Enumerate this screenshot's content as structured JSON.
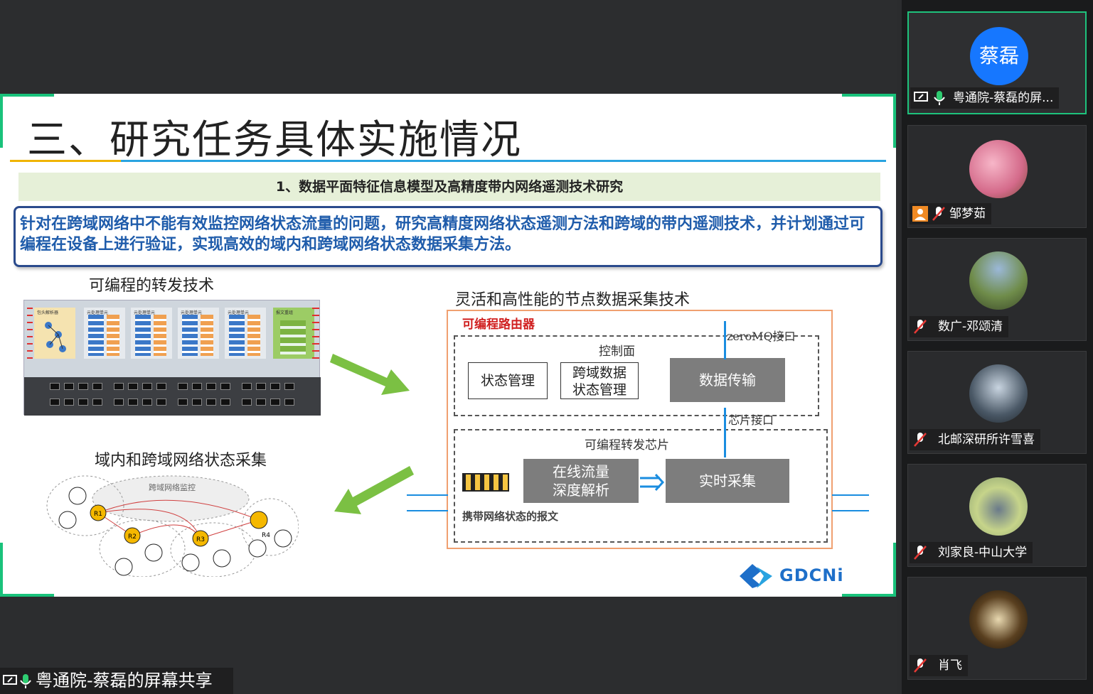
{
  "slide": {
    "title": "三、研究任务具体实施情况",
    "subtitle": "1、数据平面特征信息模型及高精度带内网络遥测技术研究",
    "problem": "针对在跨域网络中不能有效监控网络状态流量的问题，研究高精度网络状态遥测方法和跨域的带内遥测技术，并计划通过可编程在设备上进行验证，实现高效的域内和跨域网络状态数据采集方法。",
    "left_top_label": "可编程的转发技术",
    "left_bottom_label": "域内和跨域网络状态采集",
    "right_label": "灵活和高性能的节点数据采集技术",
    "router_title": "可编程路由器",
    "zeromq": "zeroMQ接口",
    "control_plane": "控制面",
    "state_mgmt": "状态管理",
    "cross_domain_1": "跨域数据",
    "cross_domain_2": "状态管理",
    "data_transfer": "数据传输",
    "chip_iface": "芯片接口",
    "chip_title": "可编程转发芯片",
    "online_1": "在线流量",
    "online_2": "深度解析",
    "realtime": "实时采集",
    "packet_note": "携带网络状态的报文",
    "cloud_label": "跨域网络监控",
    "nodes": [
      "R1",
      "R2",
      "R3",
      "R4"
    ],
    "logo": "GDCNi",
    "pipeline_captions": [
      "包头解析器",
      "元处理单元",
      "元处理单元",
      "元处理单元",
      "元处理单元",
      "报文重组"
    ]
  },
  "share_bar": "粤通院-蔡磊的屏幕共享",
  "participants": [
    {
      "name": "粤通院-蔡磊的屏...",
      "avatar_text": "蔡磊",
      "mic": "on",
      "active": true
    },
    {
      "name": "邹梦茹",
      "mic": "muted"
    },
    {
      "name": "数广-邓颂清",
      "mic": "muted"
    },
    {
      "name": "北邮深研所许雪喜",
      "mic": "muted"
    },
    {
      "name": "刘家良-中山大学",
      "mic": "muted"
    },
    {
      "name": "肖飞",
      "mic": "muted"
    }
  ],
  "colors": {
    "accent": "#19c27b",
    "title_rule": "#29a3e0",
    "problem_text": "#1f5cab",
    "router_border": "#f0a070",
    "avatar_blue": "#1677ff"
  }
}
